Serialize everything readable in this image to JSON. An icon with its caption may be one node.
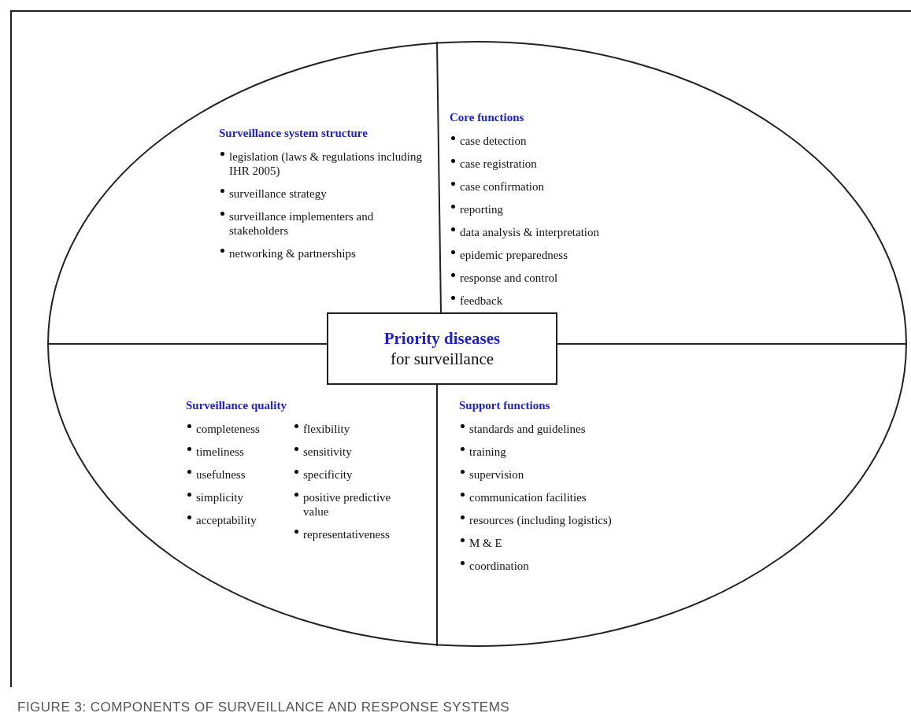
{
  "diagram": {
    "caption": "FIGURE 3: COMPONENTS OF SURVEILLANCE AND RESPONSE SYSTEMS",
    "nodes": [
      {
        "text": [],
        "shape": "ellipse"
      },
      {
        "text": [
          "Surveillance system structure",
          "legislation (laws & regulations including IHR 2005)",
          "surveillance strategy",
          "surveillance implementers and stakeholders",
          "networking & partnerships"
        ],
        "in": 0
      },
      {
        "text": [
          "Core functions",
          "case detection",
          "case registration",
          "case confirmation",
          "reporting",
          "data analysis & interpretation",
          "epidemic preparedness",
          "response and control",
          "feedback"
        ],
        "in": 0
      },
      {
        "text": [
          "Priority diseases",
          "for surveillance"
        ],
        "in": 0
      },
      {
        "text": [
          "Surveillance quality",
          "completeness",
          "timeliness",
          "usefulness",
          "simplicity",
          "acceptability",
          "flexibility",
          "sensitivity",
          "specificity",
          "positive predictive value",
          "representativeness"
        ],
        "in": 0
      },
      {
        "text": [
          "Support functions",
          "standards and guidelines",
          "training",
          "supervision",
          "communication facilities",
          "resources (including logistics)",
          "M & E",
          "coordination"
        ],
        "in": 0
      }
    ],
    "edges": []
  }
}
